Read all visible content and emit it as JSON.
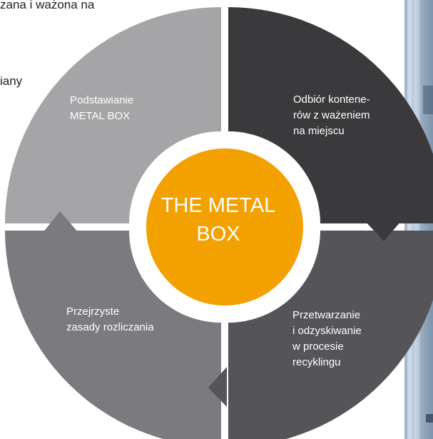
{
  "top_texts": {
    "line1": "zana i ważona na",
    "line2": "iany"
  },
  "center": {
    "line1": "THE METAL",
    "line2": "BOX"
  },
  "quadrants": {
    "top_left": {
      "line1": "Podstawianie",
      "line2": "METAL BOX"
    },
    "top_right": {
      "line1": "Odbiór kontene-",
      "line2": "rów z ważeniem",
      "line3": "na miejscu"
    },
    "bottom_left": {
      "line1": "Przejrzyste",
      "line2": "zasady rozliczania"
    },
    "bottom_right": {
      "line1": "Przetwarzanie",
      "line2": "i odzyskiwanie",
      "line3": "w procesie",
      "line4": "recyklingu"
    }
  },
  "colors": {
    "top_left": "#a5a5a8",
    "top_right": "#3a3a3d",
    "bottom_left": "#7b7b7f",
    "bottom_right": "#545459",
    "center": "#f2a100"
  }
}
